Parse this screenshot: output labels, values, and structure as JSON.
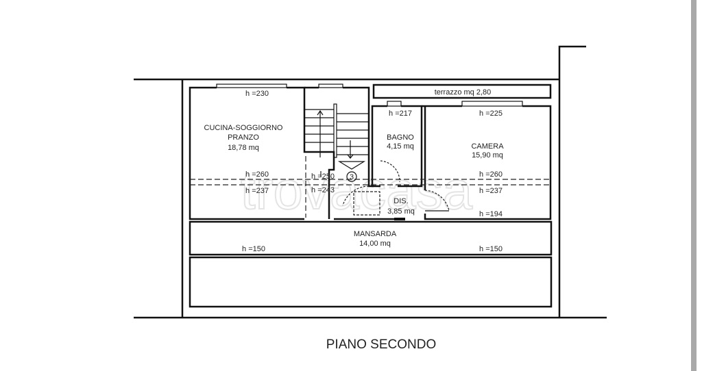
{
  "watermark": "trovacasa",
  "title": "PIANO SECONDO",
  "rooms": {
    "kitchen": {
      "name1": "CUCINA-SOGGIORNO",
      "name2": "PRANZO",
      "area": "18,78 mq",
      "h_top": "h =230",
      "h_a": "h =260",
      "h_b": "h =237"
    },
    "stairs": {
      "h_a": "h =250",
      "h_b": "h =243",
      "step_no": "3"
    },
    "terrace": {
      "label": "terrazzo mq 2,80"
    },
    "bathroom": {
      "name": "BAGNO",
      "area": "4,15 mq",
      "h_top": "h =217"
    },
    "bedroom": {
      "name": "CAMERA",
      "area": "15,90 mq",
      "h_top": "h =225",
      "h_a": "h =260",
      "h_b": "h =237",
      "h_c": "h =194"
    },
    "hall": {
      "name": "DIS.",
      "area": "3,85 mq"
    },
    "attic": {
      "name": "MANSARDA",
      "area": "14,00 mq",
      "h_left": "h =150",
      "h_right": "h =150"
    }
  }
}
